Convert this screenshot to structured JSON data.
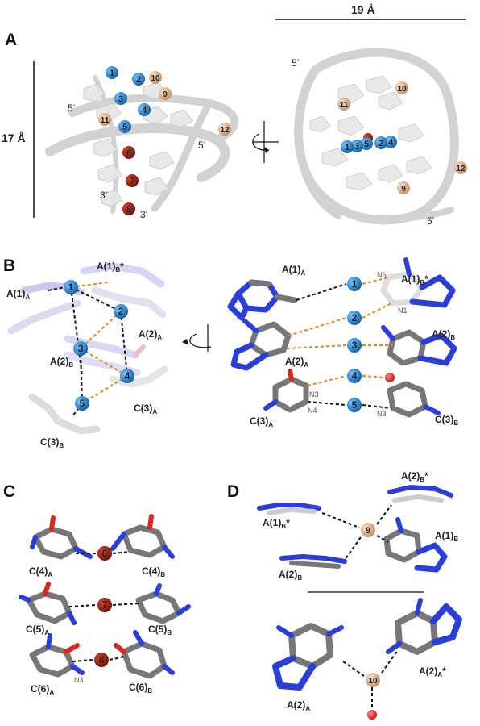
{
  "figure": {
    "panels": {
      "A": "A",
      "B": "B",
      "C": "C",
      "D": "D"
    },
    "panelA": {
      "height_label": "17 Å",
      "width_label": "19 Å",
      "left_ends": {
        "five_top": "5’",
        "five_mid": "5’",
        "three_a": "3’",
        "three_b": "3’"
      },
      "right_ends": {
        "five_top": "5’",
        "five_bottom": "5’"
      }
    },
    "panelB": {
      "left": {
        "a1a": "A(1)",
        "a1a_sub": "A",
        "a1b": "A(1)",
        "a1b_sub": "B",
        "a1b_star": "*",
        "a2a": "A(2)",
        "a2a_sub": "A",
        "a2b": "A(2)",
        "a2b_sub": "B",
        "c3a": "C(3)",
        "c3a_sub": "A",
        "c3b": "C(3)",
        "c3b_sub": "B"
      },
      "right": {
        "a1a": "A(1)",
        "a1a_sub": "A",
        "a1b": "A(1)",
        "a1b_sub": "B",
        "a1b_star": "*",
        "a2a": "A(2)",
        "a2a_sub": "A",
        "a2b": "A(2)",
        "a2b_sub": "B",
        "c3a": "C(3)",
        "c3a_sub": "A",
        "c3b": "C(3)",
        "c3b_sub": "B",
        "n6": "N6",
        "n1": "N1",
        "n3_left": "N3",
        "n4": "N4",
        "n3_right": "N3"
      }
    },
    "panelC": {
      "c4a": "C(4)",
      "c4a_sub": "A",
      "c4b": "C(4)",
      "c4b_sub": "B",
      "c5a": "C(5)",
      "c5a_sub": "A",
      "c5b": "C(5)",
      "c5b_sub": "B",
      "c6a": "C(6)",
      "c6a_sub": "A",
      "c6b": "C(6)",
      "c6b_sub": "B",
      "n3": "N3"
    },
    "panelD": {
      "top": {
        "a2b_star": "A(2)",
        "a2b_star_sub": "B",
        "star": "*",
        "a1b_star": "A(1)",
        "a1b_star_sub": "B",
        "star2": "*",
        "a1b": "A(1)",
        "a1b_sub": "B",
        "a2b": "A(2)",
        "a2b_sub": "B"
      },
      "bottom": {
        "a2a": "A(2)",
        "a2a_sub": "A",
        "a2a_star": "A(2)",
        "a2a_star_sub": "A",
        "star": "*"
      }
    },
    "ions": {
      "n1": "1",
      "n2": "2",
      "n3": "3",
      "n4": "4",
      "n5": "5",
      "n6": "6",
      "n7": "7",
      "n8": "8",
      "n9": "9",
      "n10": "10",
      "n11": "11",
      "n12": "12"
    },
    "colors": {
      "blue_ion": "#1f7fd0",
      "ion_text": "#ffe93a",
      "red_ion": "#9b1c12",
      "tan_ion": "#e2b591",
      "nitrogen": "#2b3fd6",
      "carbon": "#777777",
      "oxygen": "#d62a20",
      "hbond_orange": "#d98a2a"
    }
  }
}
